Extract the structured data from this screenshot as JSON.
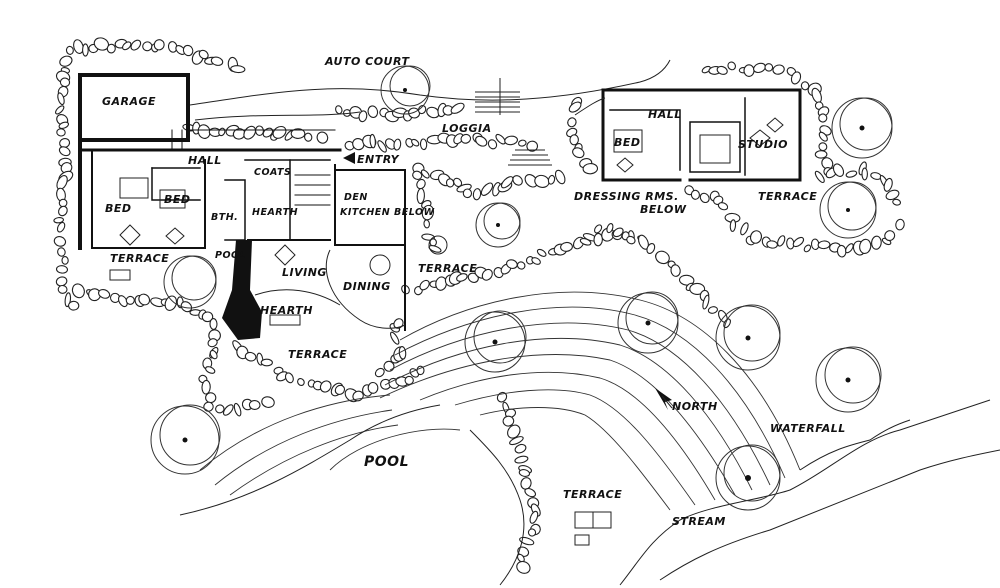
{
  "labels": {
    "auto_court": "AUTO COURT",
    "garage": "GARAGE",
    "hall_main": "HALL",
    "coats": "COATS",
    "entry": "ENTRY",
    "bed_1": "BED",
    "bed_2": "BED",
    "bath": "BTH.",
    "hearth_upper": "HEARTH",
    "den": "DEN",
    "kitchen_below": "KITCHEN BELOW",
    "terrace_west": "TERRACE",
    "pool_small": "POOL",
    "living": "LIVING",
    "dining": "DINING",
    "hearth_lower": "HEARTH",
    "terrace_south": "TERRACE",
    "terrace_mid": "TERRACE",
    "loggia": "LOGGIA",
    "hall_east": "HALL",
    "bed_east": "BED",
    "studio": "STUDIO",
    "dressing_rms": "DRESSING RMS.",
    "below": "BELOW",
    "terrace_east": "TERRACE",
    "north": "NORTH",
    "waterfall": "WATERFALL",
    "pool": "POOL",
    "terrace_lower": "TERRACE",
    "stream": "STREAM"
  },
  "colors": {
    "ink": "#111111",
    "paper": "#ffffff"
  }
}
